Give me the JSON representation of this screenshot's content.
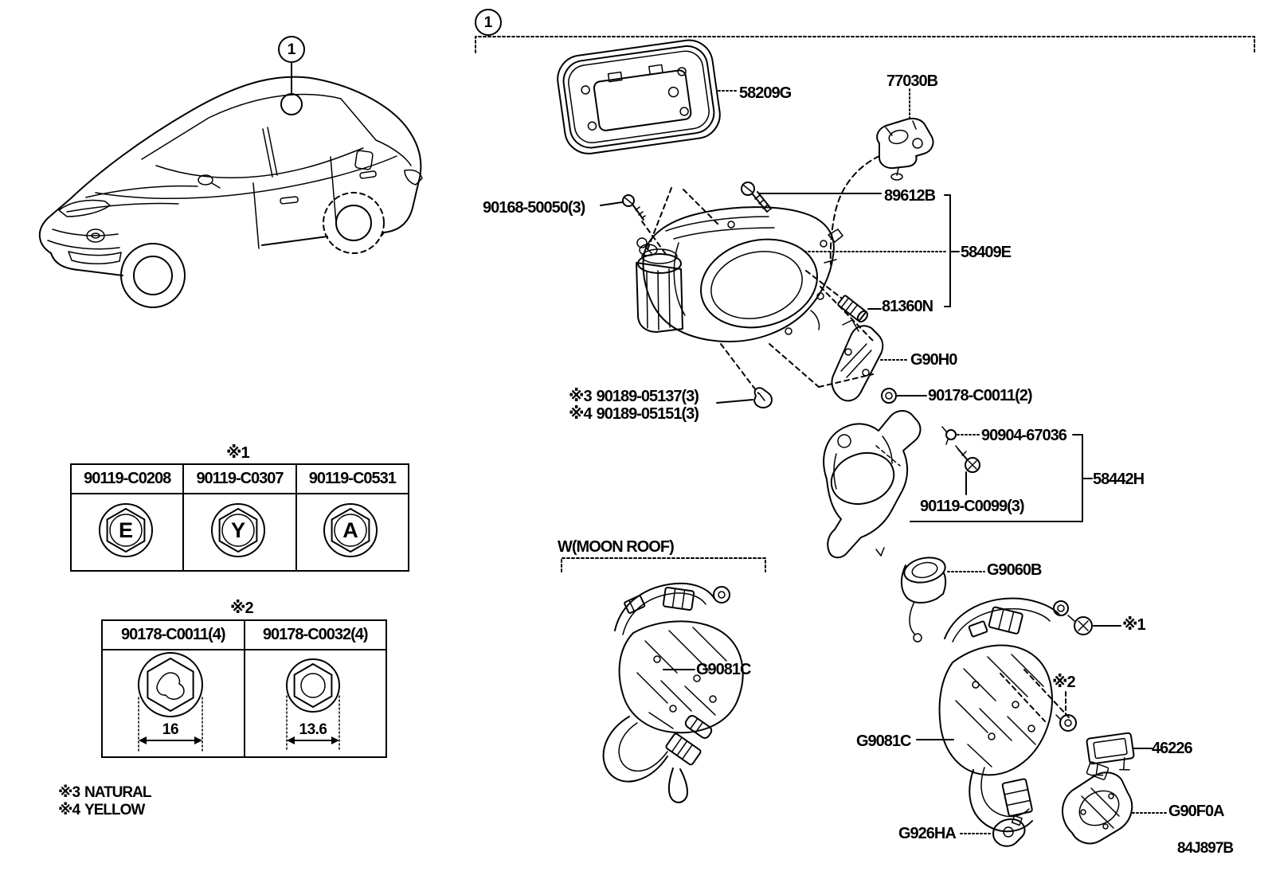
{
  "colors": {
    "line": "#000000",
    "background": "#ffffff"
  },
  "misc": {
    "section_marker": "1",
    "car_marker": "1",
    "moon_roof": "W(MOON ROOF)",
    "drawing_no": "84J897B"
  },
  "callouts": {
    "c58209g": {
      "label": "58209G"
    },
    "c77030b": {
      "label": "77030B"
    },
    "c90168": {
      "label": "90168-50050(3)"
    },
    "c89612b": {
      "label": "89612B"
    },
    "c58409e": {
      "label": "58409E"
    },
    "c81360n": {
      "label": "81360N"
    },
    "cg90h0": {
      "label": "G90H0"
    },
    "c90178": {
      "label": "90178-C0011(2)"
    },
    "cnote3": {
      "mark": "※3",
      "part": "90189-05137(3)"
    },
    "cnote4": {
      "mark": "※4",
      "part": "90189-05151(3)"
    },
    "c90904": {
      "label": "90904-67036"
    },
    "c58442h": {
      "label": "58442H"
    },
    "c90119": {
      "label": "90119-C0099(3)"
    },
    "cg9060b": {
      "label": "G9060B"
    },
    "cg9081c_moon": {
      "label": "G9081C"
    },
    "cg9081c": {
      "label": "G9081C"
    },
    "cref1": {
      "label": "※1"
    },
    "cref2": {
      "label": "※2"
    },
    "c46226": {
      "label": "46226"
    },
    "cg90f0a": {
      "label": "G90F0A"
    },
    "cg926ha": {
      "label": "G926HA"
    }
  },
  "tables": {
    "note1": {
      "title": "※1",
      "cells": [
        {
          "part": "90119-C0208",
          "marking": "E"
        },
        {
          "part": "90119-C0307",
          "marking": "Y"
        },
        {
          "part": "90119-C0531",
          "marking": "A"
        }
      ]
    },
    "note2": {
      "title": "※2",
      "cells": [
        {
          "part": "90178-C0011(4)",
          "dimension": "16"
        },
        {
          "part": "90178-C0032(4)",
          "dimension": "13.6"
        }
      ]
    }
  },
  "notes": [
    {
      "mark": "※3",
      "text": "NATURAL"
    },
    {
      "mark": "※4",
      "text": "YELLOW"
    }
  ]
}
